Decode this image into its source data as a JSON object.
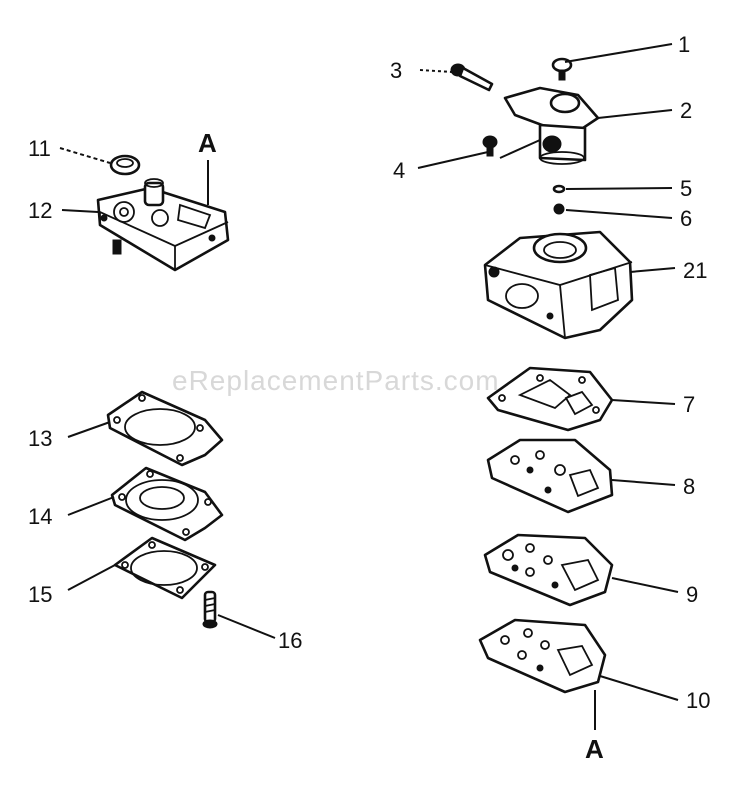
{
  "watermark": "eReplacementParts.com",
  "labels": {
    "p1": "1",
    "p2": "2",
    "p3": "3",
    "p4": "4",
    "p5": "5",
    "p6": "6",
    "p7": "7",
    "p8": "8",
    "p9": "9",
    "p10": "10",
    "p11": "11",
    "p12": "12",
    "p13": "13",
    "p14": "14",
    "p15": "15",
    "p16": "16",
    "p21": "21",
    "ref_top": "A",
    "ref_bottom": "A"
  }
}
